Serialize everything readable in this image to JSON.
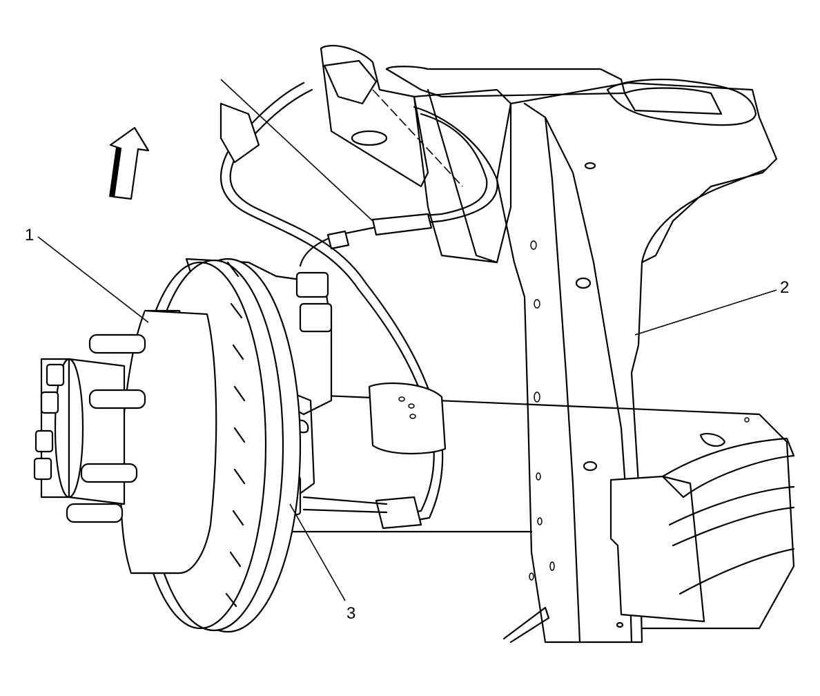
{
  "callouts": [
    {
      "id": "1",
      "label": "1"
    },
    {
      "id": "2",
      "label": "2"
    },
    {
      "id": "3",
      "label": "3"
    }
  ],
  "icons": {
    "direction_arrow": "forward-direction-arrow-icon"
  },
  "colors": {
    "ink": "#000000",
    "background": "#ffffff"
  }
}
